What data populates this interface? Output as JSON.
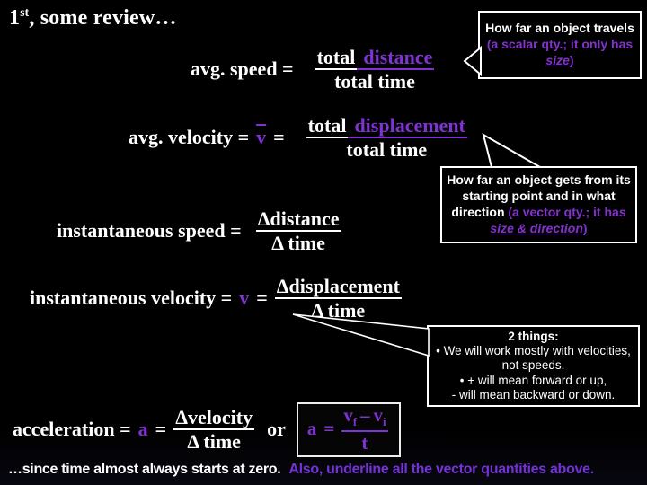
{
  "title": {
    "num": "1",
    "sup": "st",
    "rest": ", some review…"
  },
  "r1": {
    "label": "avg. speed =",
    "numA": "total",
    "numB": "distance",
    "den": "total time"
  },
  "r2": {
    "label": "avg. velocity =",
    "sym": "v",
    "eq": "=",
    "numA": "total",
    "numB": "displacement",
    "den": "total time"
  },
  "r3": {
    "label": "instantaneous speed =",
    "num": "Δdistance",
    "den": "Δ time"
  },
  "r4": {
    "label": "instantaneous velocity =",
    "sym": "v",
    "eq": "=",
    "num": "Δdisplacement",
    "den": "Δ time"
  },
  "r5": {
    "label": "acceleration =",
    "sym": "a",
    "eq": "=",
    "num": "Δvelocity",
    "den": "Δ time",
    "or": "or"
  },
  "boxed": {
    "lhs": "a",
    "eq": "=",
    "vf": "v",
    "f": "f",
    "minus": "–",
    "vi": "v",
    "i": "i",
    "den": "t"
  },
  "c1": {
    "white": "How far an object travels ",
    "p1": "(a scalar qty.; it only has ",
    "emph": "size",
    "p2": ")"
  },
  "c2": {
    "white": "How far an object gets from its starting point and in what direction ",
    "p1": "(a vector qty.; it has ",
    "emph": "size & direction",
    "p2": ")"
  },
  "c3": {
    "header": "2 things:",
    "b1": "• We will work mostly with velocities,",
    "b2": "not speeds.",
    "b3": "• + will mean forward or up,",
    "b4": "- will mean backward or down."
  },
  "footer": {
    "white": "…since time almost always starts at zero.",
    "purple": "Also, underline all the vector quantities above."
  },
  "colors": {
    "purple": "#8132d4",
    "calloutPurple": "#8233cc",
    "footerPurple": "#7433d6",
    "background": "#000000",
    "border": "#ffffff"
  }
}
